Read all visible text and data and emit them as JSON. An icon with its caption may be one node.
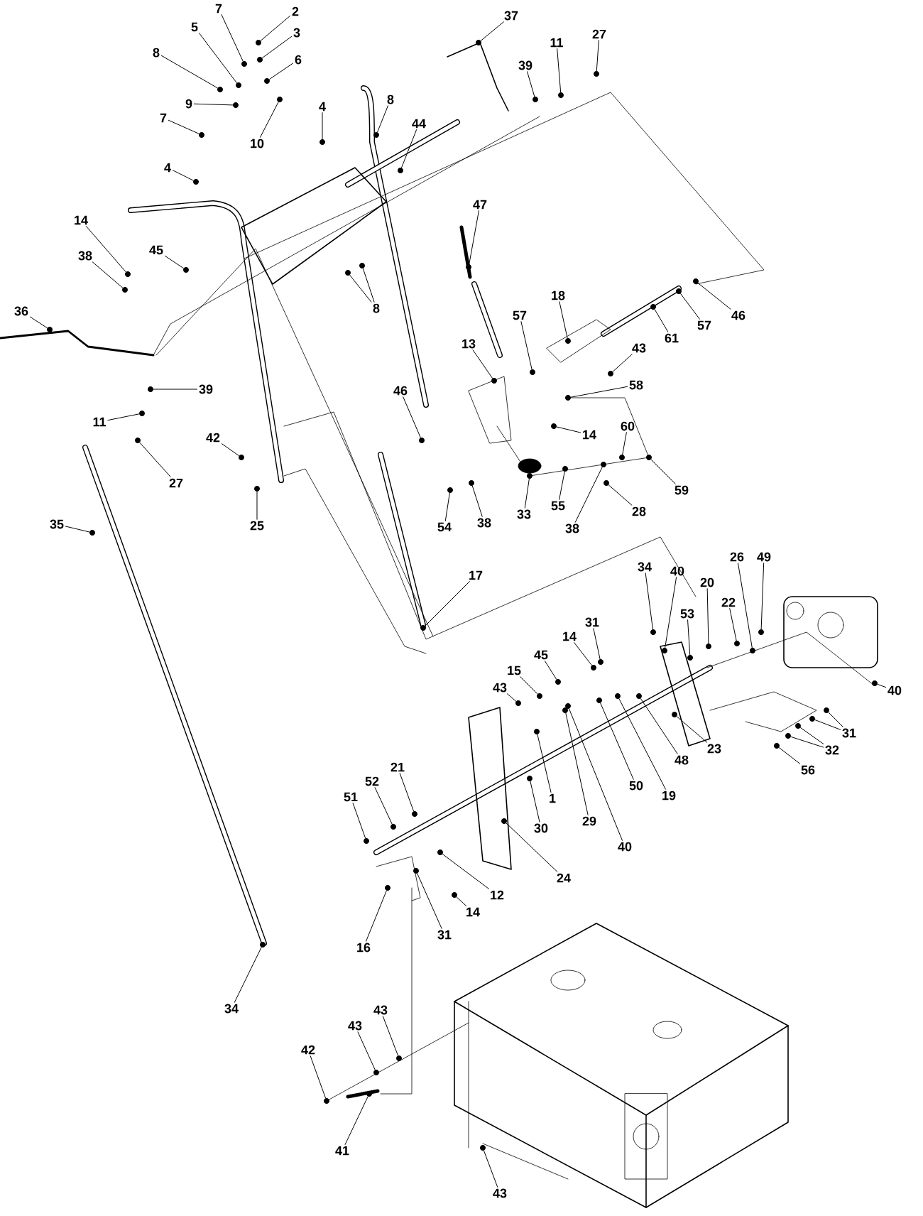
{
  "diagram": {
    "nodes": [
      {
        "text": [
          "2"
        ]
      },
      {
        "text": [
          "3"
        ]
      },
      {
        "text": [
          "7"
        ]
      },
      {
        "text": [
          "5"
        ]
      },
      {
        "text": [
          "6"
        ]
      },
      {
        "text": [
          "8"
        ]
      },
      {
        "text": [
          "9"
        ]
      },
      {
        "text": [
          "10"
        ]
      },
      {
        "text": [
          "7"
        ]
      },
      {
        "text": [
          "4"
        ]
      },
      {
        "text": [
          "4"
        ]
      },
      {
        "text": [
          "8"
        ]
      },
      {
        "text": [
          "44"
        ]
      },
      {
        "text": [
          "14"
        ]
      },
      {
        "text": [
          "38"
        ]
      },
      {
        "text": [
          "45"
        ]
      },
      {
        "text": [
          "8"
        ]
      },
      {
        "text": [
          "36"
        ]
      },
      {
        "text": [
          "39"
        ]
      },
      {
        "text": [
          "11"
        ]
      },
      {
        "text": [
          "27"
        ]
      },
      {
        "text": [
          "42"
        ]
      },
      {
        "text": [
          "25"
        ]
      },
      {
        "text": [
          "35"
        ]
      },
      {
        "text": [
          "46"
        ]
      },
      {
        "text": [
          "54"
        ]
      },
      {
        "text": [
          "37"
        ]
      },
      {
        "text": [
          "39"
        ]
      },
      {
        "text": [
          "11"
        ]
      },
      {
        "text": [
          "27"
        ]
      },
      {
        "text": [
          "47"
        ]
      },
      {
        "text": [
          "18"
        ]
      },
      {
        "text": [
          "57"
        ]
      },
      {
        "text": [
          "57"
        ]
      },
      {
        "text": [
          "46"
        ]
      },
      {
        "text": [
          "61"
        ]
      },
      {
        "text": [
          "43"
        ]
      },
      {
        "text": [
          "58"
        ]
      },
      {
        "text": [
          "13"
        ]
      },
      {
        "text": [
          "14"
        ]
      },
      {
        "text": [
          "60"
        ]
      },
      {
        "text": [
          "59"
        ]
      },
      {
        "text": [
          "28"
        ]
      },
      {
        "text": [
          "33"
        ]
      },
      {
        "text": [
          "55"
        ]
      },
      {
        "text": [
          "38"
        ]
      },
      {
        "text": [
          "38"
        ]
      },
      {
        "text": [
          "17"
        ]
      },
      {
        "text": [
          "34"
        ]
      },
      {
        "text": [
          "40"
        ]
      },
      {
        "text": [
          "20"
        ]
      },
      {
        "text": [
          "53"
        ]
      },
      {
        "text": [
          "22"
        ]
      },
      {
        "text": [
          "26"
        ]
      },
      {
        "text": [
          "49"
        ]
      },
      {
        "text": [
          "14"
        ]
      },
      {
        "text": [
          "31"
        ]
      },
      {
        "text": [
          "45"
        ]
      },
      {
        "text": [
          "15"
        ]
      },
      {
        "text": [
          "43"
        ]
      },
      {
        "text": [
          "40"
        ]
      },
      {
        "text": [
          "31"
        ]
      },
      {
        "text": [
          "32"
        ]
      },
      {
        "text": [
          "56"
        ]
      },
      {
        "text": [
          "23"
        ]
      },
      {
        "text": [
          "48"
        ]
      },
      {
        "text": [
          "19"
        ]
      },
      {
        "text": [
          "50"
        ]
      },
      {
        "text": [
          "29"
        ]
      },
      {
        "text": [
          "1"
        ]
      },
      {
        "text": [
          "40"
        ]
      },
      {
        "text": [
          "30"
        ]
      },
      {
        "text": [
          "24"
        ]
      },
      {
        "text": [
          "12"
        ]
      },
      {
        "text": [
          "14"
        ]
      },
      {
        "text": [
          "21"
        ]
      },
      {
        "text": [
          "52"
        ]
      },
      {
        "text": [
          "51"
        ]
      },
      {
        "text": [
          "31"
        ]
      },
      {
        "text": [
          "16"
        ]
      },
      {
        "text": [
          "34"
        ]
      },
      {
        "text": [
          "43"
        ]
      },
      {
        "text": [
          "43"
        ]
      },
      {
        "text": [
          "42"
        ]
      },
      {
        "text": [
          "41"
        ]
      },
      {
        "text": [
          "43"
        ]
      },
      {
        "text": [],
        "shape": "circle"
      },
      {
        "text": [],
        "shape": "circle"
      },
      {
        "text": [],
        "shape": "circle"
      },
      {
        "text": [],
        "shape": "circle"
      },
      {
        "text": [],
        "shape": "circle"
      },
      {
        "text": [],
        "shape": "circle"
      },
      {
        "text": [],
        "shape": "circle"
      },
      {
        "text": [],
        "shape": "circle"
      },
      {
        "text": [],
        "shape": "circle"
      },
      {
        "text": [],
        "shape": "circle"
      },
      {
        "text": [],
        "shape": "circle"
      },
      {
        "text": [],
        "shape": "circle"
      },
      {
        "text": [],
        "shape": "circle"
      },
      {
        "text": [],
        "shape": "circle"
      },
      {
        "text": [],
        "shape": "circle"
      },
      {
        "text": [],
        "shape": "circle"
      },
      {
        "text": [],
        "shape": "circle"
      },
      {
        "text": [],
        "shape": "circle"
      },
      {
        "text": [],
        "shape": "circle"
      },
      {
        "text": [],
        "shape": "circle"
      },
      {
        "text": [],
        "shape": "circle"
      },
      {
        "text": [],
        "shape": "circle"
      },
      {
        "text": [],
        "shape": "circle"
      },
      {
        "text": [],
        "shape": "circle"
      },
      {
        "text": [],
        "shape": "circle"
      },
      {
        "text": [],
        "shape": "circle"
      },
      {
        "text": [],
        "shape": "circle"
      },
      {
        "text": [],
        "shape": "circle"
      },
      {
        "text": [],
        "shape": "circle"
      },
      {
        "text": [],
        "shape": "circle"
      },
      {
        "text": [],
        "shape": "circle"
      },
      {
        "text": [],
        "shape": "circle"
      },
      {
        "text": [],
        "shape": "circle"
      },
      {
        "text": [],
        "shape": "circle"
      },
      {
        "text": [],
        "shape": "circle"
      },
      {
        "text": [],
        "shape": "circle"
      },
      {
        "text": [],
        "shape": "circle"
      },
      {
        "text": [],
        "shape": "circle"
      },
      {
        "text": [],
        "shape": "circle"
      },
      {
        "text": [],
        "shape": "circle"
      },
      {
        "text": [],
        "shape": "circle"
      },
      {
        "text": [],
        "shape": "circle"
      },
      {
        "text": [],
        "shape": "circle"
      },
      {
        "text": [],
        "shape": "circle"
      },
      {
        "text": [],
        "shape": "circle"
      },
      {
        "text": [],
        "shape": "circle"
      },
      {
        "text": [],
        "shape": "circle"
      },
      {
        "text": [],
        "shape": "circle"
      },
      {
        "text": [],
        "shape": "circle"
      },
      {
        "text": [],
        "shape": "circle"
      },
      {
        "text": [],
        "shape": "circle"
      },
      {
        "text": [],
        "shape": "circle"
      },
      {
        "text": [],
        "shape": "circle"
      },
      {
        "text": [],
        "shape": "circle"
      },
      {
        "text": [],
        "shape": "circle"
      },
      {
        "text": [],
        "shape": "circle"
      },
      {
        "text": [],
        "shape": "circle"
      },
      {
        "text": [],
        "shape": "circle"
      },
      {
        "text": [],
        "shape": "circle"
      },
      {
        "text": [],
        "shape": "circle"
      },
      {
        "text": [],
        "shape": "circle"
      },
      {
        "text": [],
        "shape": "circle"
      },
      {
        "text": [],
        "shape": "circle"
      },
      {
        "text": [],
        "shape": "circle"
      },
      {
        "text": [],
        "shape": "circle"
      },
      {
        "text": [],
        "shape": "circle"
      },
      {
        "text": [],
        "shape": "circle"
      },
      {
        "text": [],
        "shape": "circle"
      },
      {
        "text": [],
        "shape": "circle"
      },
      {
        "text": [],
        "shape": "circle"
      },
      {
        "text": [],
        "shape": "circle"
      },
      {
        "text": [],
        "shape": "circle"
      },
      {
        "text": [],
        "shape": "circle"
      },
      {
        "text": [],
        "shape": "circle"
      },
      {
        "text": [],
        "shape": "circle"
      },
      {
        "text": [],
        "shape": "circle"
      },
      {
        "text": [],
        "shape": "circle"
      },
      {
        "text": [],
        "shape": "circle"
      },
      {
        "text": [],
        "shape": "circle"
      },
      {
        "text": [],
        "shape": "circle"
      },
      {
        "text": [],
        "shape": "circle"
      },
      {
        "text": [],
        "shape": "circle"
      },
      {
        "text": [],
        "shape": "circle"
      },
      {
        "text": [],
        "shape": "circle"
      },
      {
        "text": [],
        "shape": "circle"
      },
      {
        "text": [],
        "shape": "circle"
      },
      {
        "text": [],
        "shape": "circle"
      },
      {
        "text": [],
        "shape": "circle"
      },
      {
        "text": [],
        "shape": "circle"
      }
    ],
    "edges": [
      {
        "from": 0,
        "to": 86,
        "arrow": "none"
      },
      {
        "from": 1,
        "to": 87,
        "arrow": "none"
      },
      {
        "from": 2,
        "to": 88,
        "arrow": "none"
      },
      {
        "from": 3,
        "to": 89,
        "arrow": "none"
      },
      {
        "from": 4,
        "to": 90,
        "arrow": "none"
      },
      {
        "from": 5,
        "to": 91,
        "arrow": "none"
      },
      {
        "from": 6,
        "to": 92,
        "arrow": "none"
      },
      {
        "from": 7,
        "to": 93,
        "arrow": "none"
      },
      {
        "from": 8,
        "to": 94,
        "arrow": "none"
      },
      {
        "from": 9,
        "to": 95,
        "arrow": "none"
      },
      {
        "from": 10,
        "to": 96,
        "arrow": "none"
      },
      {
        "from": 11,
        "to": 97,
        "arrow": "none"
      },
      {
        "from": 12,
        "to": 98,
        "arrow": "none"
      },
      {
        "from": 13,
        "to": 99,
        "arrow": "none"
      },
      {
        "from": 14,
        "to": 100,
        "arrow": "none"
      },
      {
        "from": 15,
        "to": 101,
        "arrow": "none"
      },
      {
        "from": 16,
        "to": 102,
        "arrow": "none"
      },
      {
        "from": 16,
        "to": 103,
        "arrow": "none"
      },
      {
        "from": 17,
        "to": 104,
        "arrow": "none"
      },
      {
        "from": 18,
        "to": 105,
        "arrow": "none"
      },
      {
        "from": 19,
        "to": 106,
        "arrow": "none"
      },
      {
        "from": 20,
        "to": 107,
        "arrow": "none"
      },
      {
        "from": 21,
        "to": 108,
        "arrow": "none"
      },
      {
        "from": 22,
        "to": 109,
        "arrow": "none"
      },
      {
        "from": 23,
        "to": 110,
        "arrow": "none"
      },
      {
        "from": 24,
        "to": 111,
        "arrow": "none"
      },
      {
        "from": 25,
        "to": 112,
        "arrow": "none"
      },
      {
        "from": 26,
        "to": 113,
        "arrow": "none"
      },
      {
        "from": 27,
        "to": 114,
        "arrow": "none"
      },
      {
        "from": 28,
        "to": 115,
        "arrow": "none"
      },
      {
        "from": 29,
        "to": 116,
        "arrow": "none"
      },
      {
        "from": 30,
        "to": 117,
        "arrow": "none"
      },
      {
        "from": 31,
        "to": 118,
        "arrow": "none"
      },
      {
        "from": 32,
        "to": 119,
        "arrow": "none"
      },
      {
        "from": 33,
        "to": 120,
        "arrow": "none"
      },
      {
        "from": 34,
        "to": 121,
        "arrow": "none"
      },
      {
        "from": 35,
        "to": 122,
        "arrow": "none"
      },
      {
        "from": 36,
        "to": 123,
        "arrow": "none"
      },
      {
        "from": 37,
        "to": 124,
        "arrow": "none"
      },
      {
        "from": 38,
        "to": 125,
        "arrow": "none"
      },
      {
        "from": 39,
        "to": 126,
        "arrow": "none"
      },
      {
        "from": 40,
        "to": 127,
        "arrow": "none"
      },
      {
        "from": 41,
        "to": 128,
        "arrow": "none"
      },
      {
        "from": 42,
        "to": 129,
        "arrow": "none"
      },
      {
        "from": 43,
        "to": 130,
        "arrow": "none"
      },
      {
        "from": 44,
        "to": 131,
        "arrow": "none"
      },
      {
        "from": 45,
        "to": 132,
        "arrow": "none"
      },
      {
        "from": 46,
        "to": 133,
        "arrow": "none"
      },
      {
        "from": 47,
        "to": 134,
        "arrow": "none"
      },
      {
        "from": 48,
        "to": 135,
        "arrow": "none"
      },
      {
        "from": 49,
        "to": 136,
        "arrow": "none"
      },
      {
        "from": 50,
        "to": 137,
        "arrow": "none"
      },
      {
        "from": 51,
        "to": 138,
        "arrow": "none"
      },
      {
        "from": 52,
        "to": 139,
        "arrow": "none"
      },
      {
        "from": 53,
        "to": 140,
        "arrow": "none"
      },
      {
        "from": 54,
        "to": 141,
        "arrow": "none"
      },
      {
        "from": 55,
        "to": 142,
        "arrow": "none"
      },
      {
        "from": 56,
        "to": 143,
        "arrow": "none"
      },
      {
        "from": 57,
        "to": 144,
        "arrow": "none"
      },
      {
        "from": 58,
        "to": 145,
        "arrow": "none"
      },
      {
        "from": 59,
        "to": 146,
        "arrow": "none"
      },
      {
        "from": 60,
        "to": 147,
        "arrow": "none"
      },
      {
        "from": 61,
        "to": 148,
        "arrow": "none"
      },
      {
        "from": 61,
        "to": 149,
        "arrow": "none"
      },
      {
        "from": 62,
        "to": 150,
        "arrow": "none"
      },
      {
        "from": 62,
        "to": 151,
        "arrow": "none"
      },
      {
        "from": 63,
        "to": 152,
        "arrow": "none"
      },
      {
        "from": 64,
        "to": 153,
        "arrow": "none"
      },
      {
        "from": 65,
        "to": 154,
        "arrow": "none"
      },
      {
        "from": 66,
        "to": 155,
        "arrow": "none"
      },
      {
        "from": 67,
        "to": 156,
        "arrow": "none"
      },
      {
        "from": 68,
        "to": 157,
        "arrow": "none"
      },
      {
        "from": 69,
        "to": 158,
        "arrow": "none"
      },
      {
        "from": 70,
        "to": 159,
        "arrow": "none"
      },
      {
        "from": 71,
        "to": 160,
        "arrow": "none"
      },
      {
        "from": 72,
        "to": 161,
        "arrow": "none"
      },
      {
        "from": 73,
        "to": 162,
        "arrow": "none"
      },
      {
        "from": 74,
        "to": 163,
        "arrow": "none"
      },
      {
        "from": 75,
        "to": 164,
        "arrow": "none"
      },
      {
        "from": 76,
        "to": 165,
        "arrow": "none"
      },
      {
        "from": 77,
        "to": 166,
        "arrow": "none"
      },
      {
        "from": 78,
        "to": 167,
        "arrow": "none"
      },
      {
        "from": 79,
        "to": 168,
        "arrow": "none"
      },
      {
        "from": 80,
        "to": 169,
        "arrow": "none"
      },
      {
        "from": 81,
        "to": 170,
        "arrow": "none"
      },
      {
        "from": 82,
        "to": 171,
        "arrow": "none"
      },
      {
        "from": 83,
        "to": 172,
        "arrow": "none"
      },
      {
        "from": 84,
        "to": 173,
        "arrow": "none"
      },
      {
        "from": 85,
        "to": 174,
        "arrow": "none"
      }
    ]
  }
}
